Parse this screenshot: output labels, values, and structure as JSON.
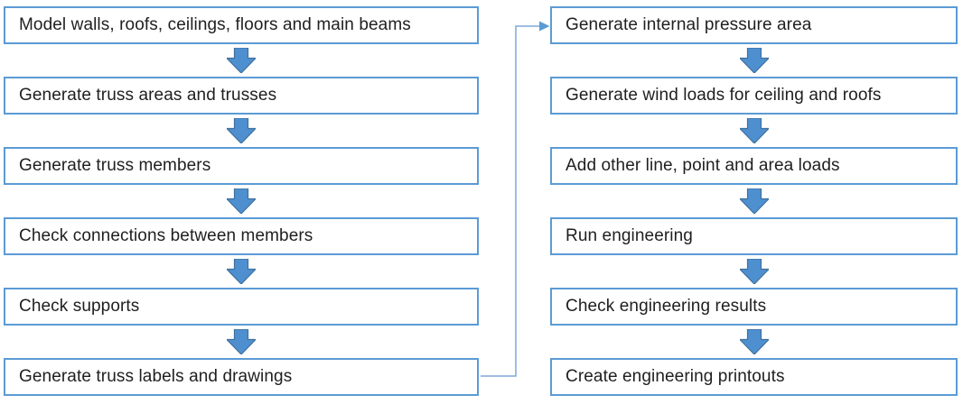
{
  "colors": {
    "box_border": "#5B9BD5",
    "box_fill": "#FFFFFF",
    "arrow_fill": "#4E8FD0",
    "arrow_stroke": "#41719C",
    "connector_line": "#7FA8D9",
    "connector_head": "#5B9BD5",
    "text": "#1F1F1F",
    "background": "#FFFFFF"
  },
  "flow": {
    "title": "",
    "left_column": {
      "steps": [
        "Model walls, roofs, ceilings, floors and main beams",
        "Generate truss areas and trusses",
        "Generate truss members",
        "Check connections between members",
        "Check supports",
        "Generate truss labels and drawings"
      ]
    },
    "right_column": {
      "steps": [
        "Generate internal pressure area",
        "Generate wind loads for ceiling and roofs",
        "Add other line, point and area loads",
        "Run engineering",
        "Check engineering results",
        "Create engineering printouts"
      ]
    },
    "connector": {
      "from": "Generate truss labels and drawings",
      "to": "Generate internal pressure area"
    }
  }
}
